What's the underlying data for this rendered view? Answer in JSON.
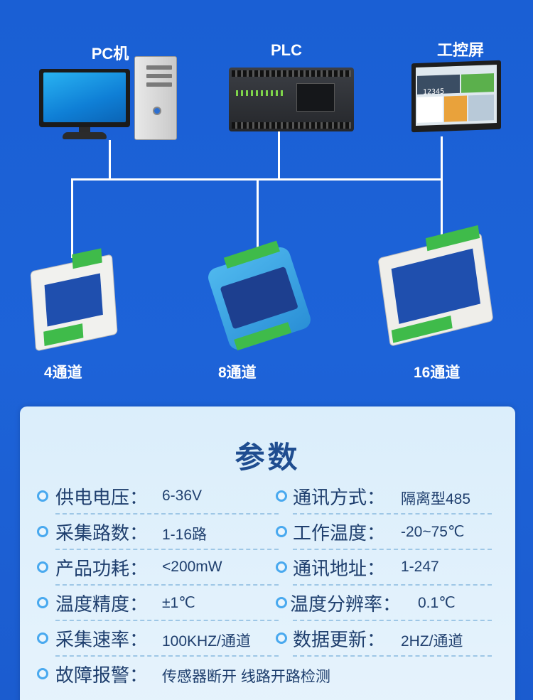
{
  "devices": {
    "pc_label": "PC机",
    "plc_label": "PLC",
    "hmi_label": "工控屏",
    "hmi_number": "12345"
  },
  "modules": {
    "ch4": "4通道",
    "ch8": "8通道",
    "ch16": "16通道"
  },
  "params": {
    "title": "参数",
    "left": [
      {
        "key": "供电电压：",
        "value": "6-36V"
      },
      {
        "key": "采集路数：",
        "value": "1-16路"
      },
      {
        "key": "产品功耗：",
        "value": "<200mW"
      },
      {
        "key": "温度精度：",
        "value": "±1℃"
      },
      {
        "key": "采集速率：",
        "value": "100KHZ/通道"
      },
      {
        "key": "故障报警：",
        "value": "传感器断开  线路开路检测"
      }
    ],
    "right": [
      {
        "key": "通讯方式：",
        "value": "隔离型485"
      },
      {
        "key": "工作温度：",
        "value": "-20~75℃"
      },
      {
        "key": "通讯地址：",
        "value": "1-247"
      },
      {
        "key": "温度分辨率：",
        "value": "0.1℃"
      },
      {
        "key": "数据更新：",
        "value": "2HZ/通道"
      }
    ]
  },
  "colors": {
    "background": "#1d63d8",
    "panel": "#e1f0fb",
    "title": "#1f4d90",
    "bullet": "#49a9ef",
    "terminal_green": "#3fbb4a"
  }
}
